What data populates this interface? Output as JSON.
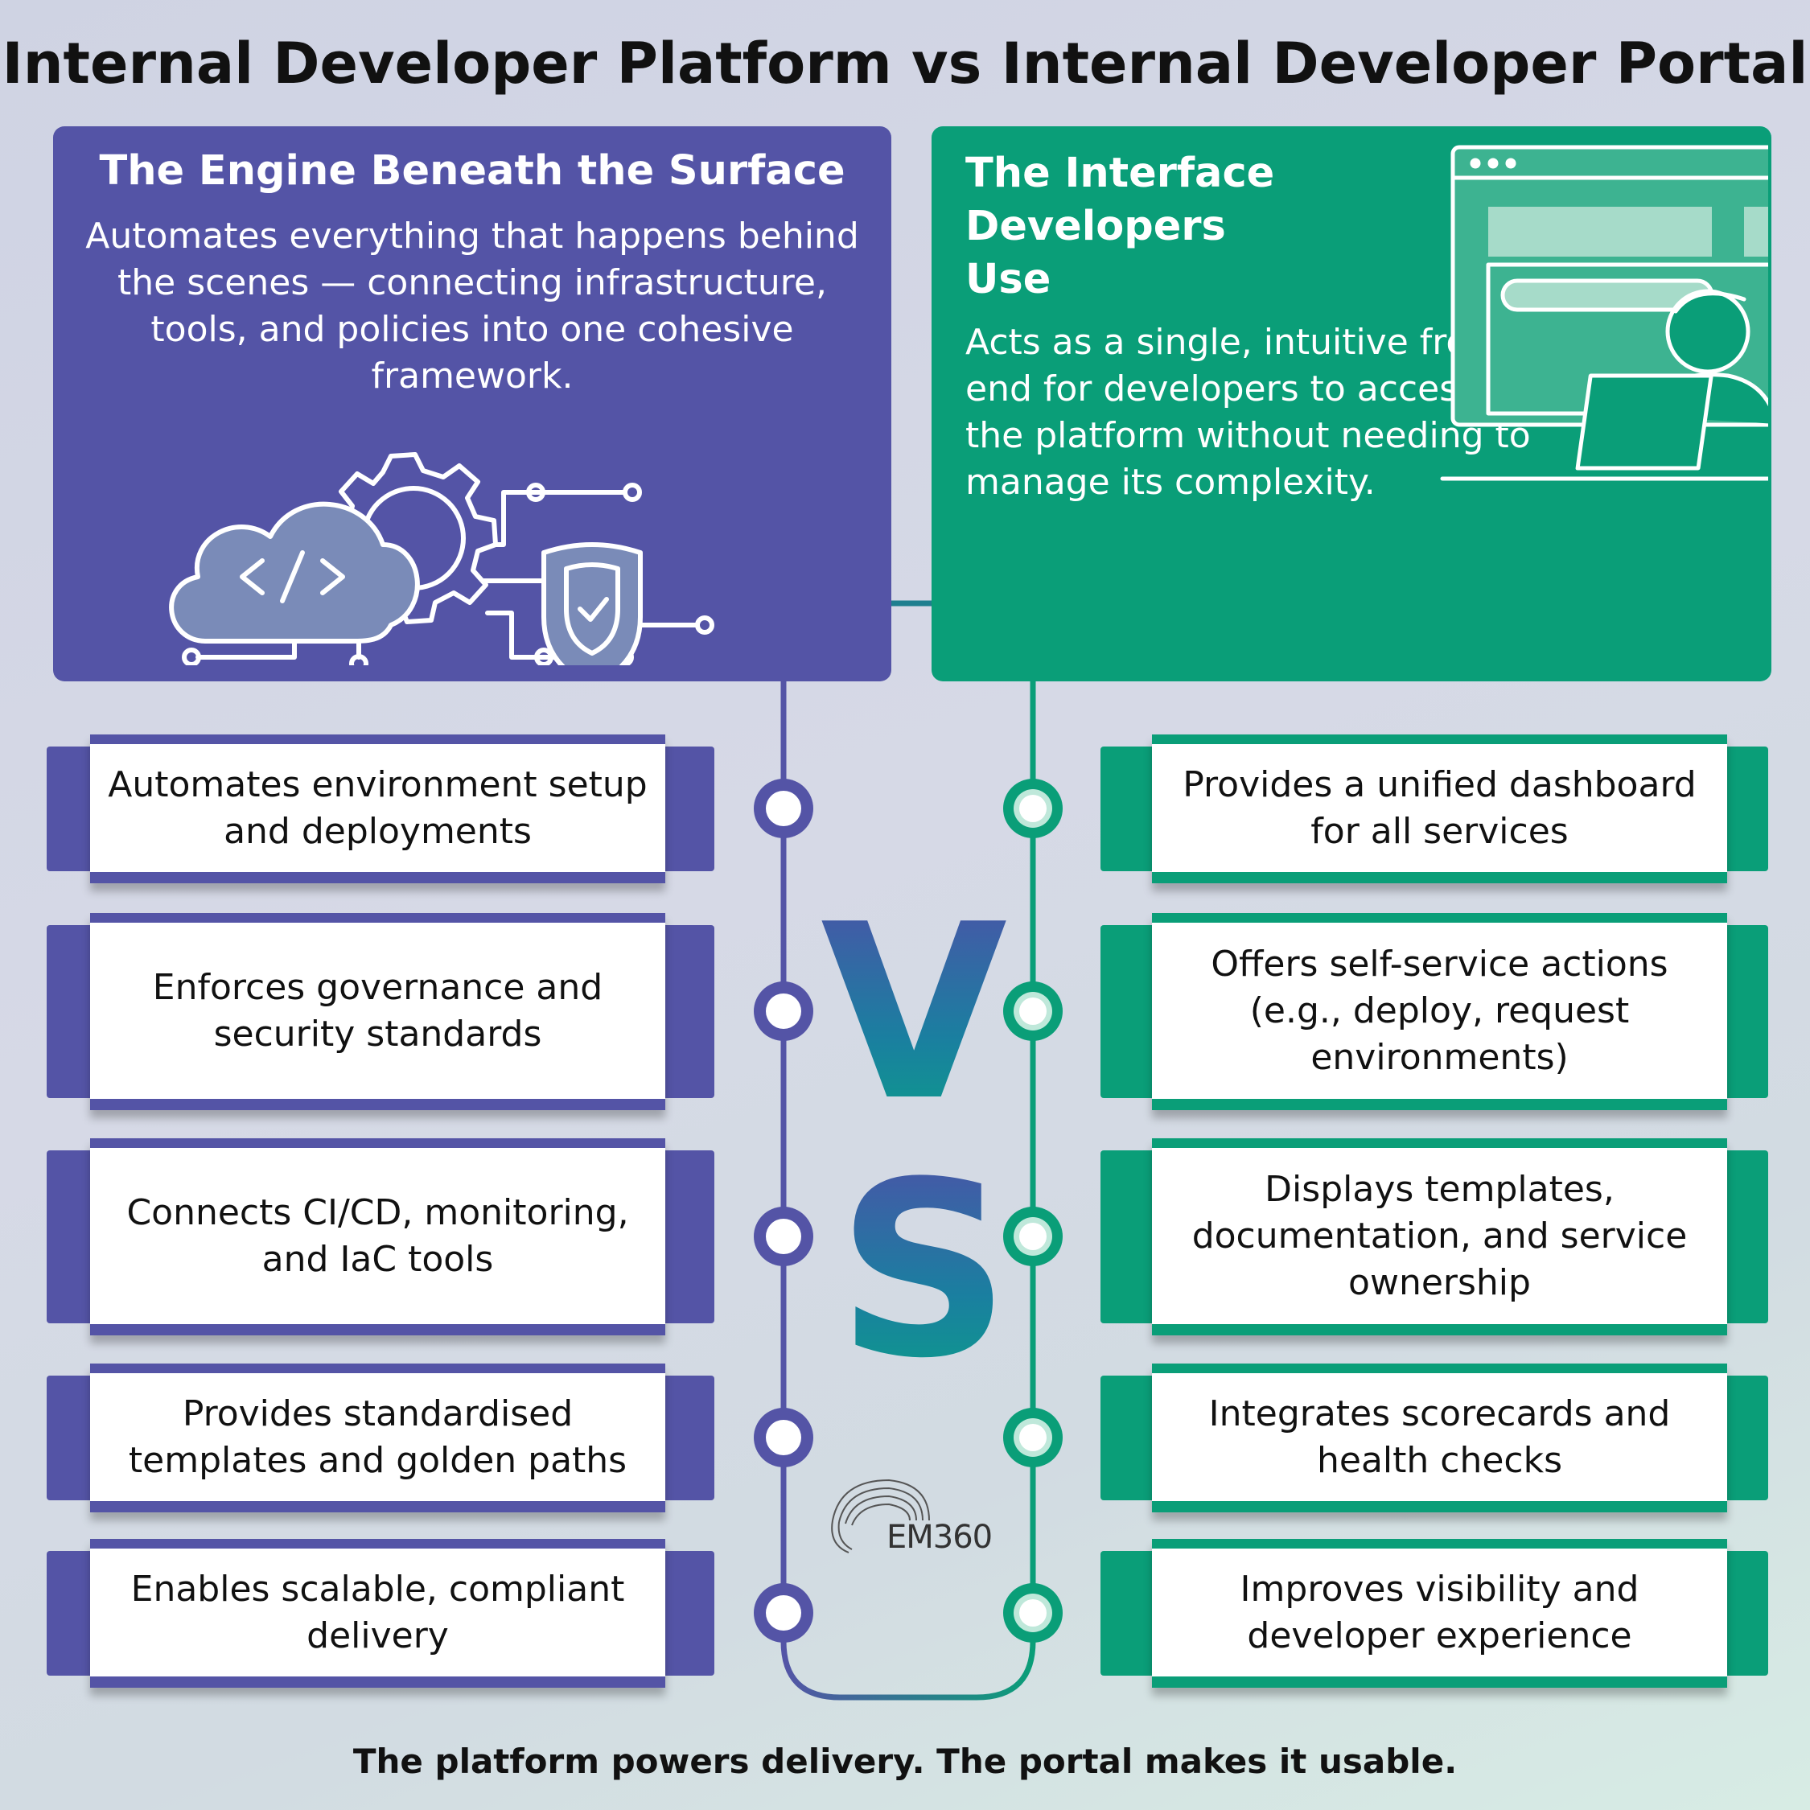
{
  "title": "Internal Developer Platform vs Internal Developer Portal",
  "platform": {
    "heading": "The Engine Beneath the Surface",
    "description": "Automates everything that happens behind the scenes — connecting infrastructure, tools, and policies into one cohesive framework.",
    "features": [
      "Automates environment setup and deployments",
      "Enforces governance and security standards",
      "Connects CI/CD, monitoring, and IaC tools",
      "Provides standardised templates and golden paths",
      "Enables scalable, compliant delivery"
    ],
    "color": "#5454a6"
  },
  "portal": {
    "heading": "The Interface Developers Use",
    "description": "Acts as a single, intuitive front-end for developers to access the platform without needing to manage its complexity.",
    "features": [
      "Provides a unified dashboard for all services",
      "Offers self-service actions (e.g., deploy, request environments)",
      "Displays templates, documentation, and service ownership",
      "Integrates scorecards and health checks",
      "Improves visibility and developer experience"
    ],
    "color": "#0a9e78"
  },
  "vs": {
    "v": "V",
    "s": "S"
  },
  "brand": "EM360",
  "footer": "The platform powers delivery.  The portal makes it usable.",
  "icons": {
    "platform_illustration": [
      "cloud-code-icon",
      "gear-icon",
      "shield-check-icon",
      "circuit-lines-icon"
    ],
    "portal_illustration": [
      "browser-window-icon",
      "search-bar-icon",
      "developer-laptop-icon"
    ]
  }
}
